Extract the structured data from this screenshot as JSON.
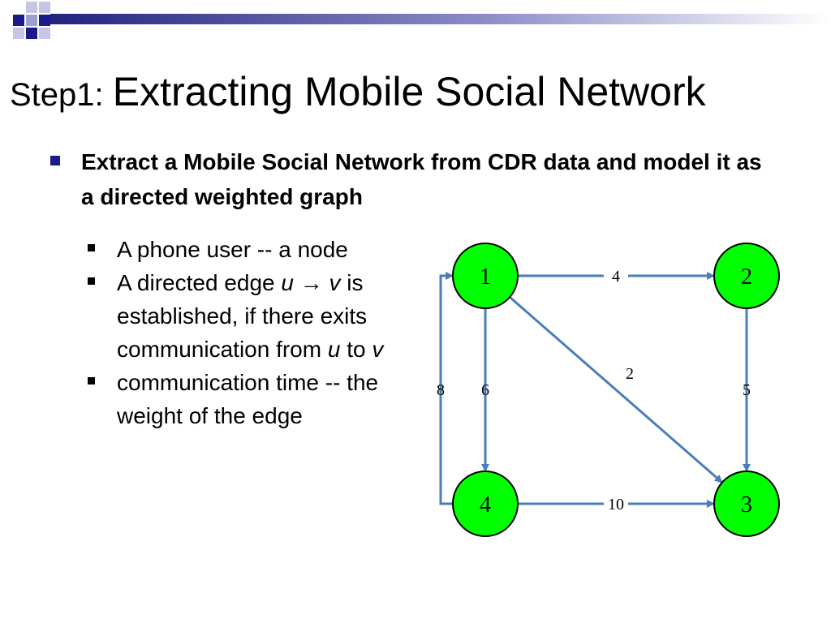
{
  "title": {
    "prefix": "Step1: ",
    "main": "Extracting Mobile Social Network"
  },
  "main_bullet": "Extract a Mobile Social Network from CDR data and model it as a directed weighted graph",
  "sub_bullets": [
    {
      "parts": [
        {
          "t": "A phone user -- a node",
          "i": false
        }
      ]
    },
    {
      "parts": [
        {
          "t": "A directed edge ",
          "i": false
        },
        {
          "t": "u",
          "i": true
        },
        {
          "t": " → ",
          "i": false
        },
        {
          "t": "v",
          "i": true
        },
        {
          "t": " is established, if there exits communication from ",
          "i": false
        },
        {
          "t": "u",
          "i": true
        },
        {
          "t": " to ",
          "i": false
        },
        {
          "t": "v",
          "i": true
        }
      ]
    },
    {
      "parts": [
        {
          "t": "communication time -- the weight of the edge",
          "i": false
        }
      ]
    }
  ],
  "graph": {
    "nodes": [
      {
        "id": "1",
        "label": "1"
      },
      {
        "id": "2",
        "label": "2"
      },
      {
        "id": "3",
        "label": "3"
      },
      {
        "id": "4",
        "label": "4"
      }
    ],
    "edges": [
      {
        "from": "1",
        "to": "2",
        "weight": "4"
      },
      {
        "from": "1",
        "to": "3",
        "weight": "2"
      },
      {
        "from": "1",
        "to": "4",
        "weight": "6"
      },
      {
        "from": "2",
        "to": "3",
        "weight": "5"
      },
      {
        "from": "4",
        "to": "3",
        "weight": "10"
      },
      {
        "from": "4",
        "to": "1",
        "weight": "8"
      }
    ],
    "node_color": "#00ff00",
    "edge_color": "#4a7ebb"
  },
  "decor_colors": {
    "dark": "#1a1a8c",
    "light": "#9fa0d2"
  }
}
